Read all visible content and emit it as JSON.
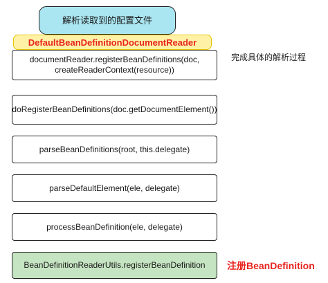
{
  "diagram": {
    "title": "解析读取到的配置文件",
    "reader_class": "DefaultBeanDefinitionDocumentReader",
    "steps": [
      "documentReader.registerBeanDefinitions(doc, createReaderContext(resource))",
      "doRegisterBeanDefinitions(doc.getDocumentElement())",
      "parseBeanDefinitions(root, this.delegate)",
      "parseDefaultElement(ele, delegate)",
      "processBeanDefinition(ele, delegate)",
      "BeanDefinitionReaderUtils.registerBeanDefinition"
    ],
    "notes": {
      "parse": "完成具体的解析过程",
      "register": "注册BeanDefinition"
    }
  },
  "colors": {
    "title_fill": "#aae6f1",
    "reader_fill": "#fff2a6",
    "reader_text": "#e8241e",
    "register_fill": "#c5e4c1",
    "accent_red": "#e8241e"
  }
}
